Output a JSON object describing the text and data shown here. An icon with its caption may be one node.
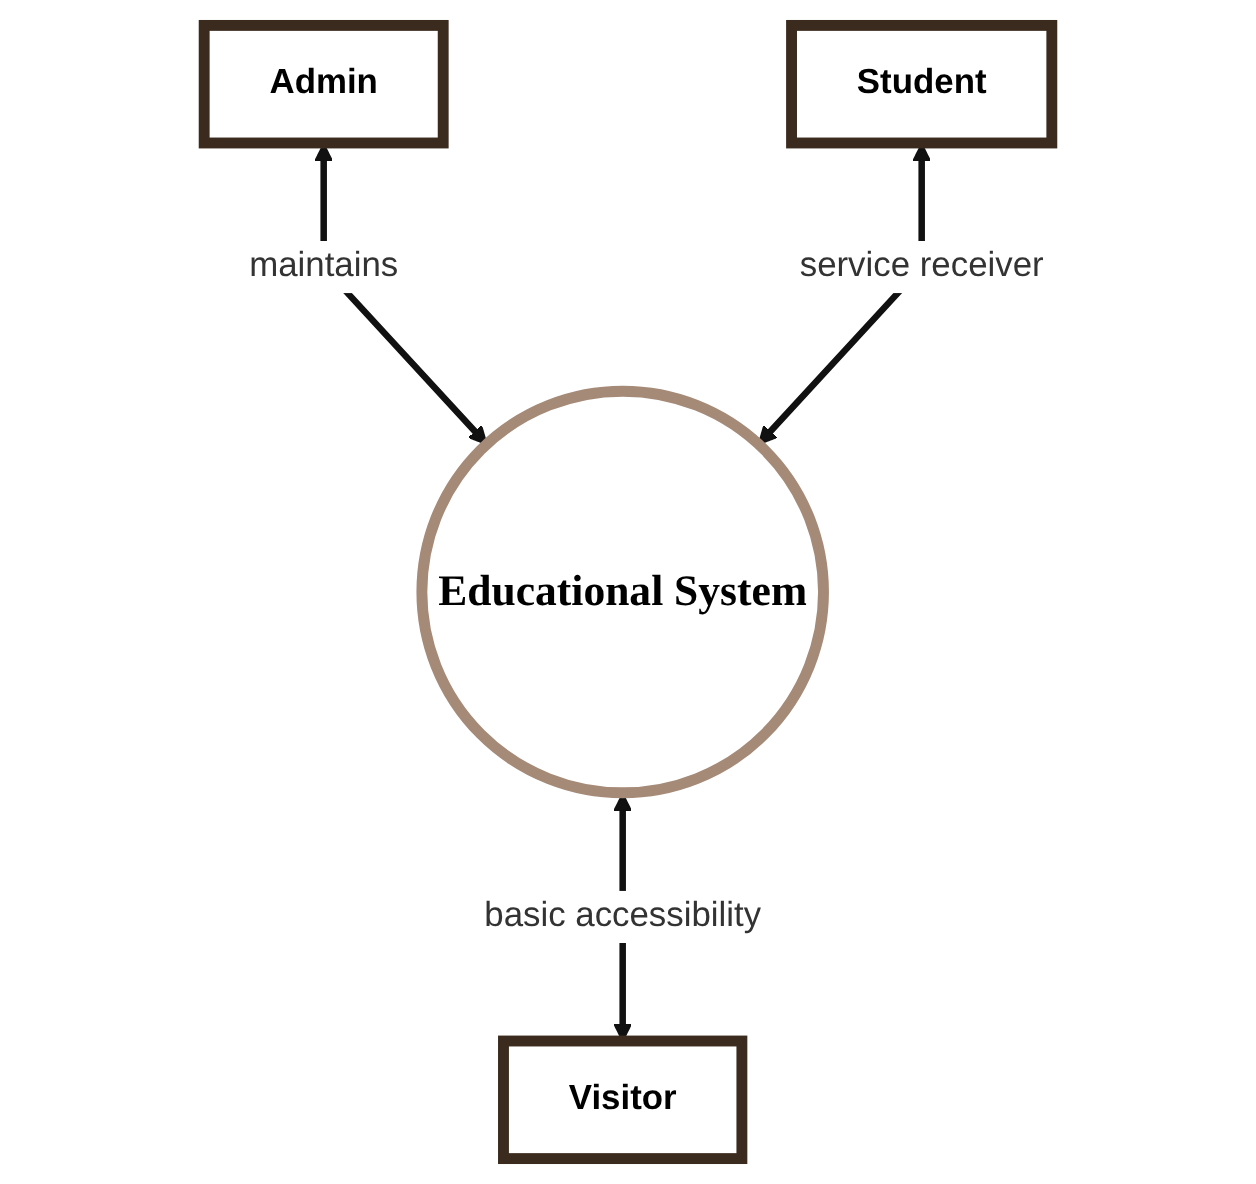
{
  "diagram": {
    "nodes": [
      {
        "text": [
          "Admin"
        ]
      },
      {
        "text": [
          "Student"
        ]
      },
      {
        "text": [
          "Educational System"
        ]
      },
      {
        "text": [
          "Visitor"
        ]
      }
    ],
    "edges": [
      {
        "from": 0,
        "to": 2,
        "arrow": "both",
        "label": "maintains"
      },
      {
        "from": 1,
        "to": 2,
        "arrow": "both",
        "label": "service receiver"
      },
      {
        "from": 2,
        "to": 3,
        "arrow": "both",
        "label": "basic accessibility"
      }
    ]
  }
}
